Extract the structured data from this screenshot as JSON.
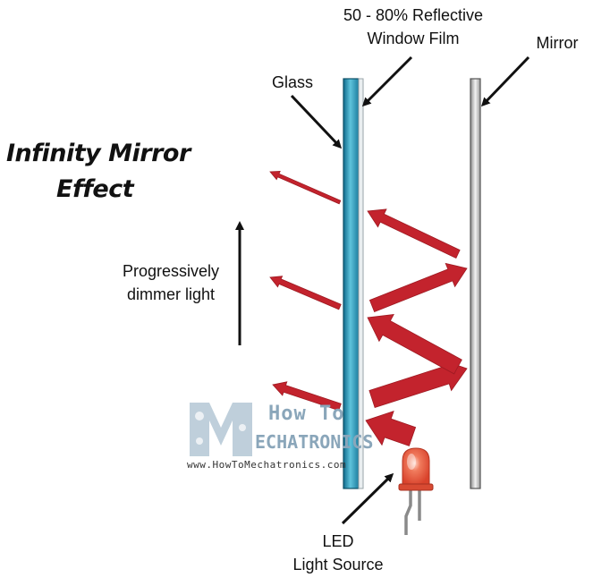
{
  "title": {
    "line1": "Infinity Mirror",
    "line2": "Effect"
  },
  "labels": {
    "film_line1": "50 - 80% Reflective",
    "film_line2": "Window Film",
    "mirror": "Mirror",
    "glass": "Glass",
    "dimmer_line1": "Progressively",
    "dimmer_line2": "dimmer light",
    "led_line1": "LED",
    "led_line2": "Light Source"
  },
  "watermark": {
    "logo_letters": "M",
    "line1": "How To",
    "line2": "ECHATRONICS",
    "url": "www.HowToMechatronics.com"
  },
  "colors": {
    "arrow": "#c3232d",
    "glass": "#2f8fae",
    "mirror": "#a5a5a5",
    "led": "#e8503a",
    "text": "#111111"
  }
}
